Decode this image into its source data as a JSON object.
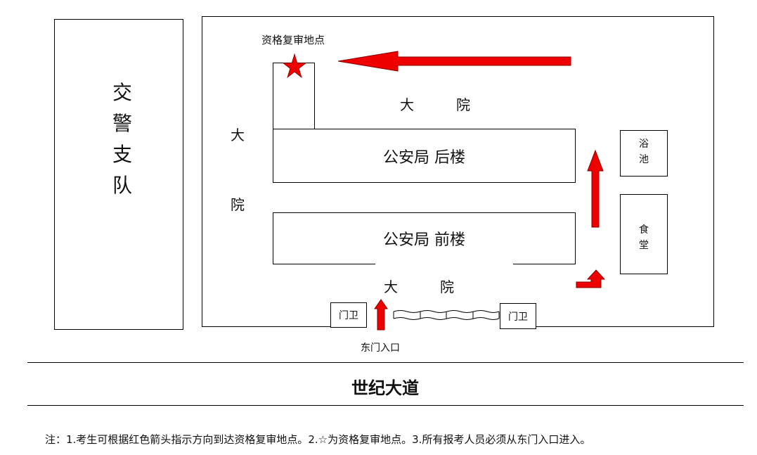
{
  "traffic_police": [
    "交",
    "警",
    "支",
    "队"
  ],
  "review_point_label": "资格复审地点",
  "courtyard": {
    "top": "大　　　院",
    "left": [
      "大",
      "院"
    ],
    "bottom": "大　　　院"
  },
  "buildings": {
    "rear": "公安局 后楼",
    "front": "公安局 前楼",
    "bath": [
      "浴",
      "池"
    ],
    "canteen": [
      "食",
      "堂"
    ]
  },
  "gate": {
    "guard_left": "门卫",
    "guard_right": "门卫",
    "entrance": "东门入口"
  },
  "road": "世纪大道",
  "note": "注：1.考生可根据红色箭头指示方向到达资格复审地点。2.☆为资格复审地点。3.所有报考人员必须从东门入口进入。",
  "colors": {
    "arrow": "#ee0000",
    "line": "#000000"
  }
}
